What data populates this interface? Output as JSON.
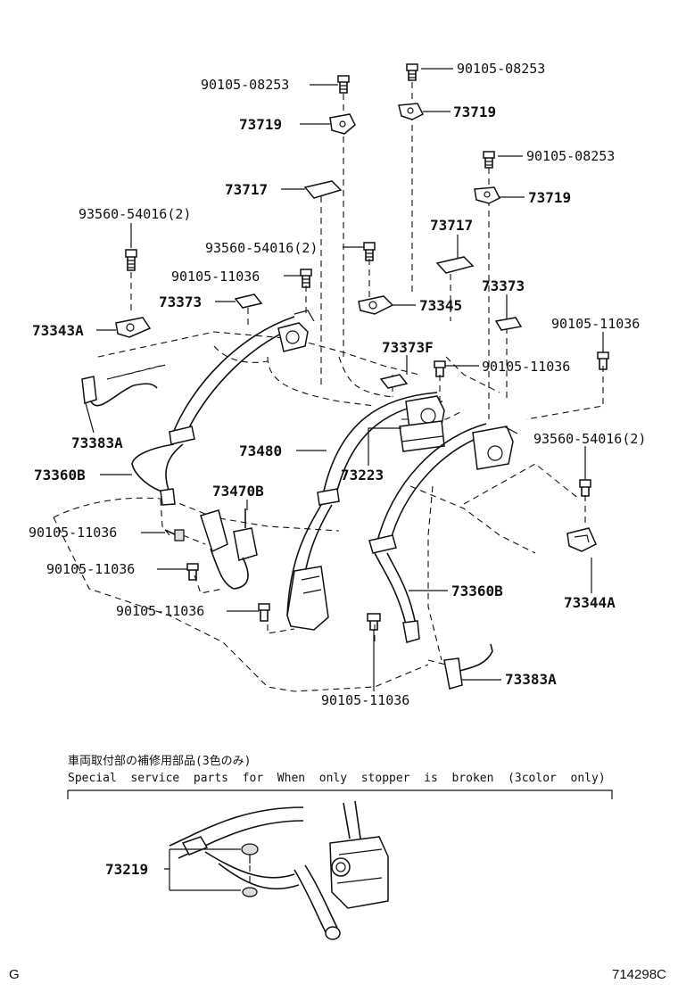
{
  "callouts": {
    "c1": "90105-08253",
    "c2": "90105-08253",
    "c3": "73719",
    "c4": "73719",
    "c5": "90105-08253",
    "c6": "73719",
    "c7": "73717",
    "c8": "93560-54016(2)",
    "c9": "73717",
    "c10": "93560-54016(2)",
    "c11": "90105-11036",
    "c12": "73373",
    "c13": "73373",
    "c14": "73345",
    "c15": "73343A",
    "c16": "90105-11036",
    "c17": "73373F",
    "c18": "90105-11036",
    "c19": "73383A",
    "c20": "93560-54016(2)",
    "c21": "73360B",
    "c22": "73480",
    "c23": "73223",
    "c24": "73470B",
    "c25": "90105-11036",
    "c26": "90105-11036",
    "c27": "73360B",
    "c28": "73344A",
    "c29": "90105-11036",
    "c30": "73383A",
    "c31": "90105-11036",
    "c32": "73219"
  },
  "service_note": {
    "japanese": "車両取付部の補修用部品(3色のみ)",
    "english": "Special  service  parts  for  When  only  stopper  is  broken  (3color  only)"
  },
  "footer": {
    "left_code": "G",
    "diagram_code": "714298C"
  }
}
